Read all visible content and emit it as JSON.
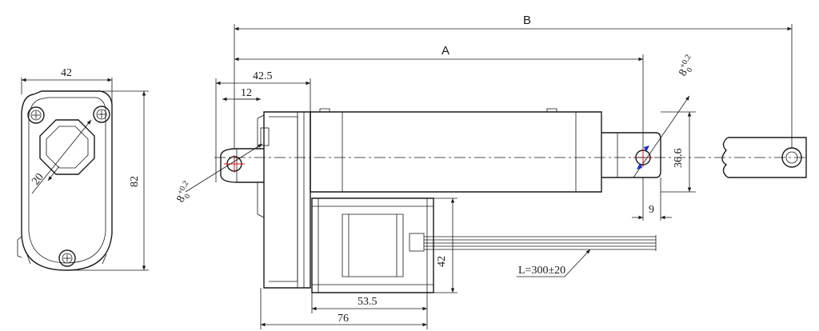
{
  "dimensions": {
    "end_view_width": "42",
    "end_view_height": "82",
    "end_view_square": "20",
    "overall_B": "B",
    "stroke_A": "A",
    "base_offset": "42.5",
    "rear_hole_offset": "12",
    "rear_hole_dia": "8",
    "rear_hole_tol_upper": "+0.2",
    "rear_hole_tol_lower": "0",
    "front_hole_dia": "8",
    "front_hole_tol_upper": "+0.2",
    "front_hole_tol_lower": "0",
    "rod_end_height": "36.6",
    "rod_end_hole_offset": "9",
    "motor_height": "42",
    "motor_length": "53.5",
    "gearbox_to_motor": "76",
    "cable_length": "L=300±20"
  },
  "colors": {
    "line": "#1a1a1a",
    "center_mark": "#e0101a",
    "arrow_marker": "#1b2fd0"
  }
}
